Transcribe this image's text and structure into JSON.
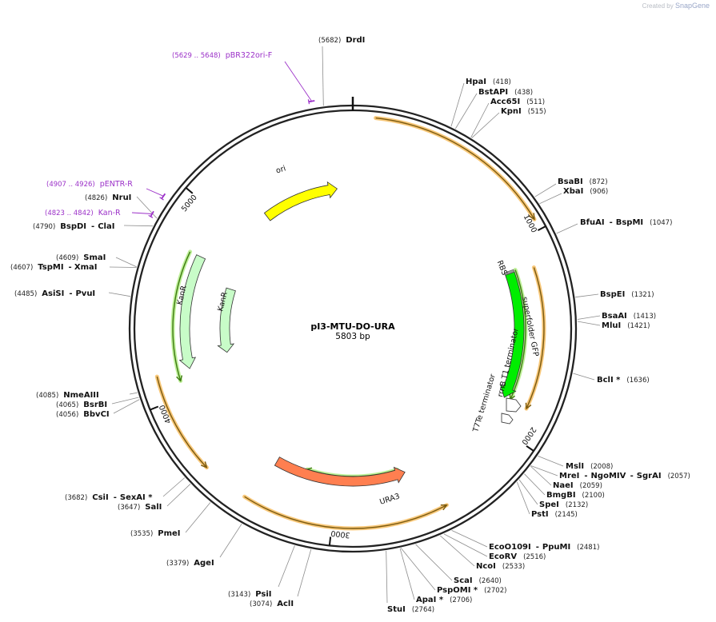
{
  "branding": {
    "prefix": "Created by",
    "name": "SnapGene"
  },
  "plasmid": {
    "name": "pI3-MTU-DO-URA",
    "length_label": "5803 bp",
    "length": 5803
  },
  "ticks": [
    {
      "bp": 1000,
      "label": "1000"
    },
    {
      "bp": 2000,
      "label": "2000"
    },
    {
      "bp": 3000,
      "label": "3000"
    },
    {
      "bp": 4000,
      "label": "4000"
    },
    {
      "bp": 5000,
      "label": "5000"
    }
  ],
  "sites": {
    "drdi": {
      "name": "DrdI",
      "pos": "(5682)",
      "bp": 5682
    },
    "hpai": {
      "name": "HpaI",
      "pos": "(418)",
      "bp": 418
    },
    "bstapi": {
      "name": "BstAPI",
      "pos": "(438)",
      "bp": 438
    },
    "acc65i": {
      "name": "Acc65I",
      "pos": "(511)",
      "bp": 511
    },
    "kpni": {
      "name": "KpnI",
      "pos": "(515)",
      "bp": 515
    },
    "bsabi": {
      "name": "BsaBI",
      "pos": "(872)",
      "bp": 872
    },
    "xbai": {
      "name": "XbaI",
      "pos": "(906)",
      "bp": 906
    },
    "bfuai": {
      "name": "BfuAI",
      "name2": "BspMI",
      "pos": "(1047)",
      "bp": 1047
    },
    "bspei": {
      "name": "BspEI",
      "pos": "(1321)",
      "bp": 1321
    },
    "bsaai": {
      "name": "BsaAI",
      "pos": "(1413)",
      "bp": 1413
    },
    "mlui": {
      "name": "MluI",
      "pos": "(1421)",
      "bp": 1421
    },
    "bcli": {
      "name": "BclI *",
      "pos": "(1636)",
      "bp": 1636
    },
    "msli": {
      "name": "MslI",
      "pos": "(2008)",
      "bp": 2008
    },
    "mrei": {
      "name": "MreI",
      "name2": "NgoMIV",
      "name3": "SgrAI",
      "pos": "(2057)",
      "bp": 2057
    },
    "naei": {
      "name": "NaeI",
      "pos": "(2059)",
      "bp": 2059
    },
    "bmgbi": {
      "name": "BmgBI",
      "pos": "(2100)",
      "bp": 2100
    },
    "spei": {
      "name": "SpeI",
      "pos": "(2132)",
      "bp": 2132
    },
    "psti": {
      "name": "PstI",
      "pos": "(2145)",
      "bp": 2145
    },
    "eco0109i": {
      "name": "EcoO109I",
      "name2": "PpuMI",
      "pos": "(2481)",
      "bp": 2481
    },
    "ecorv": {
      "name": "EcoRV",
      "pos": "(2516)",
      "bp": 2516
    },
    "ncoi": {
      "name": "NcoI",
      "pos": "(2533)",
      "bp": 2533
    },
    "scai": {
      "name": "ScaI",
      "pos": "(2640)",
      "bp": 2640
    },
    "pspomi": {
      "name": "PspOMI *",
      "pos": "(2702)",
      "bp": 2702
    },
    "apai": {
      "name": "ApaI *",
      "pos": "(2706)",
      "bp": 2706
    },
    "stui": {
      "name": "StuI",
      "pos": "(2764)",
      "bp": 2764
    },
    "psii": {
      "name": "PsiI",
      "pos": "(3143)",
      "bp": 3143
    },
    "acli": {
      "name": "AclI",
      "pos": "(3074)",
      "bp": 3074
    },
    "agei": {
      "name": "AgeI",
      "pos": "(3379)",
      "bp": 3379
    },
    "pmei": {
      "name": "PmeI",
      "pos": "(3535)",
      "bp": 3535
    },
    "sali": {
      "name": "SalI",
      "pos": "(3647)",
      "bp": 3647
    },
    "csii": {
      "name": "CsiI",
      "name2": "SexAI *",
      "pos": "(3682)",
      "bp": 3682
    },
    "bbvci": {
      "name": "BbvCI",
      "pos": "(4056)",
      "bp": 4056
    },
    "bsrbi": {
      "name": "BsrBI",
      "pos": "(4065)",
      "bp": 4065
    },
    "nmeaiii": {
      "name": "NmeAIII",
      "pos": "(4085)",
      "bp": 4085
    },
    "asisi": {
      "name": "AsiSI",
      "name2": "PvuI",
      "pos": "(4485)",
      "bp": 4485
    },
    "tspmi": {
      "name": "TspMI",
      "name2": "XmaI",
      "pos": "(4607)",
      "bp": 4607
    },
    "smai": {
      "name": "SmaI",
      "pos": "(4609)",
      "bp": 4609
    },
    "bspdi": {
      "name": "BspDI",
      "name2": "ClaI",
      "pos": "(4790)",
      "bp": 4790
    },
    "nrui": {
      "name": "NruI",
      "pos": "(4826)",
      "bp": 4826
    }
  },
  "primers": {
    "pbr322": {
      "range": "(5629 .. 5648)",
      "name": "pBR322ori-F",
      "bp": 5638
    },
    "pentr": {
      "range": "(4907 .. 4926)",
      "name": "pENTR-R",
      "bp": 4916
    },
    "kanr": {
      "range": "(4823 .. 4842)",
      "name": "Kan-R",
      "bp": 4832
    }
  },
  "features": {
    "ori": {
      "label": "ori",
      "color": "#ffff00",
      "start": 5200,
      "end": 5700,
      "direction": "cw"
    },
    "sfgfp": {
      "label": "superfolder GFP",
      "color": "#00ee00",
      "start": 1140,
      "end": 1845,
      "direction": "cw"
    },
    "rbs": {
      "label": "RBS",
      "color": "#999999",
      "start": 1125,
      "end": 1139
    },
    "rrnb": {
      "label": "rrnB T1 terminator",
      "color": "#ffffff"
    },
    "t7te": {
      "label": "T7Te terminator",
      "color": "#ffffff"
    },
    "ura3": {
      "label": "URA3",
      "color": "#ff7f50",
      "start": 2580,
      "end": 3380,
      "direction": "ccw"
    },
    "kanr_outer": {
      "label": "KanR",
      "color": "#c8fcc8",
      "start": 4130,
      "end": 4760,
      "direction": "ccw"
    },
    "kanr_inner": {
      "label": "KanR",
      "color": "#c8fcc8",
      "start": 4180,
      "end": 4640,
      "direction": "ccw"
    }
  },
  "orfs": [
    {
      "start": 100,
      "end": 950,
      "direction": "cw"
    },
    {
      "start": 1150,
      "end": 1850,
      "direction": "cw"
    },
    {
      "start": 2450,
      "end": 3430,
      "direction": "ccw"
    },
    {
      "start": 3650,
      "end": 4130,
      "direction": "ccw"
    }
  ],
  "orfs_green": [
    {
      "start": 1130,
      "end": 1840,
      "direction": "cw"
    },
    {
      "start": 2620,
      "end": 3190,
      "direction": "cw"
    },
    {
      "start": 4080,
      "end": 4760,
      "direction": "ccw"
    }
  ],
  "colors": {
    "backbone": "#222222",
    "orf": "#7a5a10",
    "orf_glow": "#f8c87a",
    "orf_green": "#3d7a10",
    "orf_green_glow": "#bff09a",
    "primer": "#9b30c8",
    "leader": "#8c8c8c"
  }
}
